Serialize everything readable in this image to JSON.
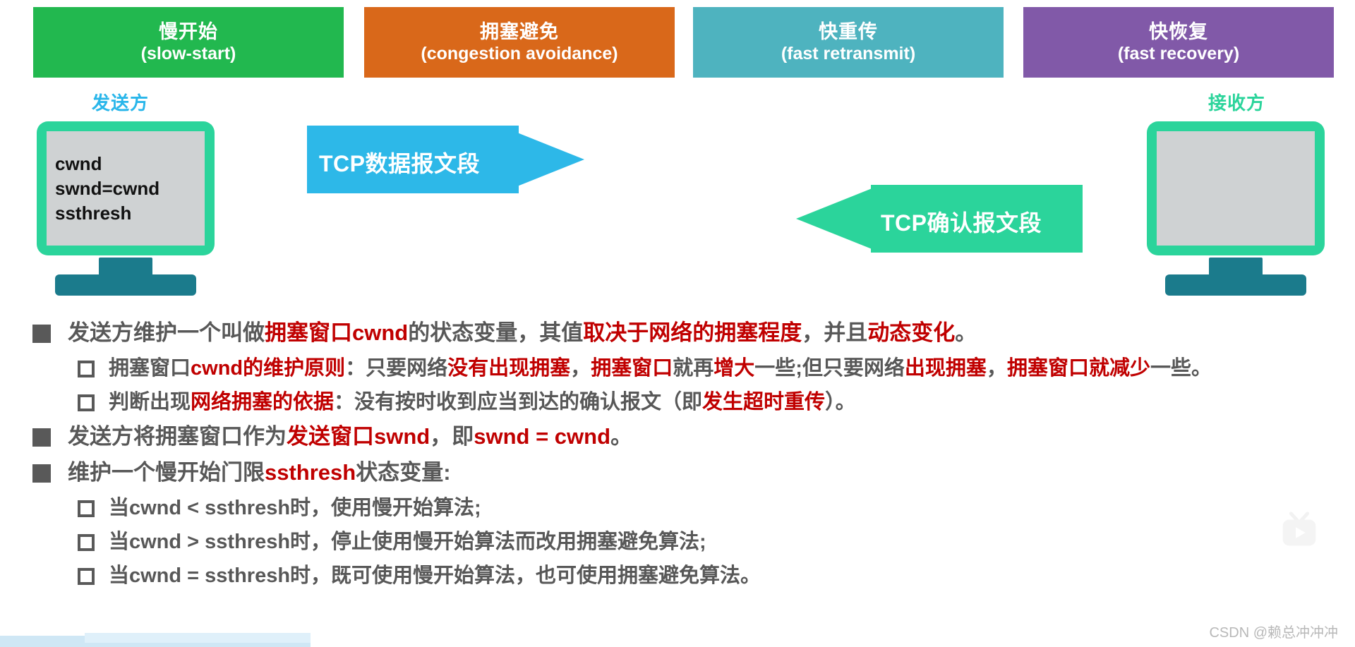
{
  "headers": [
    {
      "cn": "慢开始",
      "en": "(slow-start)",
      "color": "#22b84f"
    },
    {
      "cn": "拥塞避免",
      "en": "(congestion avoidance)",
      "color": "#d9681a"
    },
    {
      "cn": "快重传",
      "en": "(fast retransmit)",
      "color": "#4eb3bf"
    },
    {
      "cn": "快恢复",
      "en": "(fast recovery)",
      "color": "#8159a8"
    }
  ],
  "diagram": {
    "sender_label": "发送方",
    "receiver_label": "接收方",
    "sender_label_color": "#29b6ea",
    "receiver_label_color": "#2bd49b",
    "sender_screen_lines": [
      "cwnd",
      "swnd=cwnd",
      "ssthresh"
    ],
    "data_arrow_label": "TCP数据报文段",
    "data_arrow_color": "#2db8e8",
    "ack_arrow_label": "TCP确认报文段",
    "ack_arrow_color": "#2bd49b",
    "monitor_frame_color": "#2bd49b",
    "monitor_screen_color": "#cfd2d3",
    "stand_color": "#1b7b8c"
  },
  "bullets": [
    {
      "level": 1,
      "marker": "filled-square",
      "segments": [
        {
          "t": "发送方维护一个叫做",
          "c": "gray"
        },
        {
          "t": "拥塞窗口cwnd",
          "c": "red"
        },
        {
          "t": "的状态变量，其值",
          "c": "gray"
        },
        {
          "t": "取决于网络的拥塞程度",
          "c": "red"
        },
        {
          "t": "，并且",
          "c": "gray"
        },
        {
          "t": "动态变化",
          "c": "red"
        },
        {
          "t": "。",
          "c": "gray"
        }
      ]
    },
    {
      "level": 2,
      "marker": "hollow-square",
      "segments": [
        {
          "t": "拥塞窗口",
          "c": "gray"
        },
        {
          "t": "cwnd的维护原则",
          "c": "red"
        },
        {
          "t": "：只要网络",
          "c": "gray"
        },
        {
          "t": "没有出现拥塞",
          "c": "red"
        },
        {
          "t": "，",
          "c": "gray"
        },
        {
          "t": "拥塞窗口",
          "c": "red"
        },
        {
          "t": "就再",
          "c": "gray"
        },
        {
          "t": "增大",
          "c": "red"
        },
        {
          "t": "一些;但只要网络",
          "c": "gray"
        },
        {
          "t": "出现拥塞",
          "c": "red"
        },
        {
          "t": "，",
          "c": "gray"
        },
        {
          "t": "拥塞窗口就减少",
          "c": "red"
        },
        {
          "t": "一些。",
          "c": "gray"
        }
      ]
    },
    {
      "level": 2,
      "marker": "hollow-square",
      "segments": [
        {
          "t": "判断出现",
          "c": "gray"
        },
        {
          "t": "网络拥塞的依据",
          "c": "red"
        },
        {
          "t": "：没有按时收到应当到达的确认报文（即",
          "c": "gray"
        },
        {
          "t": "发生超时重传",
          "c": "red"
        },
        {
          "t": "）。",
          "c": "gray"
        }
      ]
    },
    {
      "level": 1,
      "marker": "filled-square",
      "segments": [
        {
          "t": "发送方将拥塞窗口作为",
          "c": "gray"
        },
        {
          "t": "发送窗口swnd",
          "c": "red"
        },
        {
          "t": "，即",
          "c": "gray"
        },
        {
          "t": "swnd = cwnd",
          "c": "red"
        },
        {
          "t": "。",
          "c": "gray"
        }
      ]
    },
    {
      "level": 1,
      "marker": "filled-square",
      "segments": [
        {
          "t": "维护一个慢开始门限",
          "c": "gray"
        },
        {
          "t": "ssthresh",
          "c": "red"
        },
        {
          "t": "状态变量:",
          "c": "gray"
        }
      ]
    },
    {
      "level": 2,
      "marker": "hollow-square",
      "segments": [
        {
          "t": "当cwnd < ssthresh时，使用慢开始算法;",
          "c": "gray"
        }
      ]
    },
    {
      "level": 2,
      "marker": "hollow-square",
      "segments": [
        {
          "t": "当cwnd > ssthresh时，停止使用慢开始算法而改用拥塞避免算法;",
          "c": "gray"
        }
      ]
    },
    {
      "level": 2,
      "marker": "hollow-square",
      "segments": [
        {
          "t": "当cwnd = ssthresh时，既可使用慢开始算法，也可使用拥塞避免算法。",
          "c": "gray"
        }
      ]
    }
  ],
  "watermark": {
    "tv_icon": "tv-play-icon",
    "credit": "CSDN @赖总冲冲冲"
  },
  "colors": {
    "red": "#c00000",
    "gray_text": "#585858",
    "marker": "#595959"
  }
}
